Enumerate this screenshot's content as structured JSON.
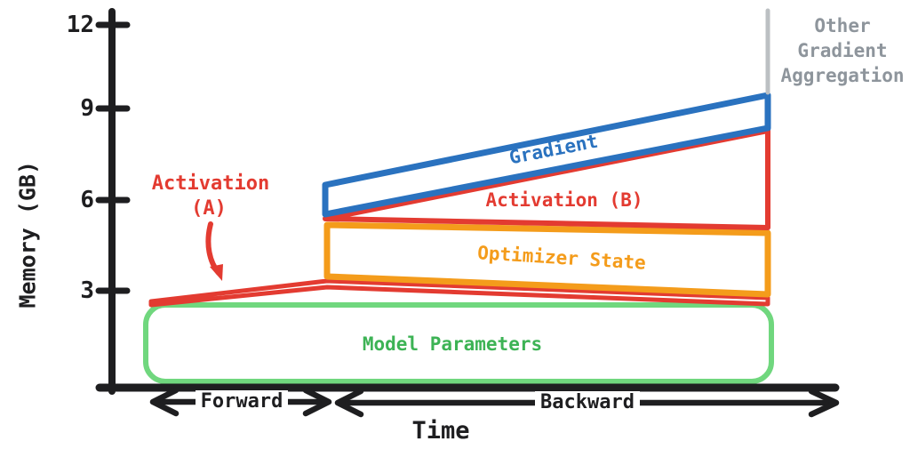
{
  "axes": {
    "y_label": "Memory (GB)",
    "y_ticks": [
      "12",
      "9",
      "6",
      "3"
    ],
    "x_label": "Time",
    "forward_label": "Forward",
    "backward_label": "Backward"
  },
  "labels": {
    "activation_a_line1": "Activation",
    "activation_a_line2": "(A)",
    "gradient": "Gradient",
    "activation_b": "Activation (B)",
    "optimizer_state": "Optimizer State",
    "model_parameters": "Model Parameters",
    "other_line1": "Other",
    "other_line2": "Gradient",
    "other_line3": "Aggregation"
  },
  "colors": {
    "red": "#e33b31",
    "blue": "#2a72bf",
    "orange": "#f49c1b",
    "green_box_stroke": "#70d77e",
    "green_text": "#3db355",
    "gray_spike": "#bcc0c3",
    "gray_text": "#8e959c",
    "axis_black": "#1e1e20"
  },
  "chart_data": {
    "type": "area",
    "title": "",
    "xlabel": "Time",
    "ylabel": "Memory (GB)",
    "ylim": [
      0,
      12
    ],
    "yticks": [
      3,
      6,
      9,
      12
    ],
    "x_phases": [
      "Forward",
      "Backward"
    ],
    "x_keypoints": [
      "forward_start",
      "backward_start",
      "backward_end"
    ],
    "series": [
      {
        "name": "Model Parameters",
        "color": "#70d77e",
        "band_gb": [
          [
            0,
            2.5
          ],
          [
            0,
            2.5
          ],
          [
            0,
            2.5
          ]
        ],
        "note": "constant green-outlined band across forward and backward"
      },
      {
        "name": "Activation (A)",
        "color": "#e33b31",
        "band_gb": [
          [
            2.5,
            2.7
          ],
          [
            2.5,
            3.3
          ],
          [
            2.5,
            2.8
          ]
        ],
        "note": "thin red sliver on top of model parameters; grows during forward, shrinks during backward"
      },
      {
        "name": "Optimizer State",
        "color": "#f49c1b",
        "band_gb": [
          null,
          [
            3.5,
            5.2
          ],
          [
            2.9,
            5.0
          ]
        ],
        "note": "orange box present only during backward"
      },
      {
        "name": "Activation (B)",
        "color": "#e33b31",
        "band_gb": [
          null,
          [
            5.5,
            5.5
          ],
          [
            5.2,
            8.4
          ]
        ],
        "note": "red wedge growing from a point through backward"
      },
      {
        "name": "Gradient",
        "color": "#2a72bf",
        "band_gb": [
          null,
          [
            5.6,
            6.6
          ],
          [
            8.5,
            9.7
          ]
        ],
        "note": "blue band rising through backward"
      },
      {
        "name": "Other Gradient Aggregation",
        "color": "#bcc0c3",
        "band_gb": [
          null,
          null,
          [
            9.7,
            12.5
          ]
        ],
        "note": "gray vertical spike at end of backward"
      }
    ],
    "legend_position": "labels drawn inside or next to each region",
    "grid": false
  }
}
